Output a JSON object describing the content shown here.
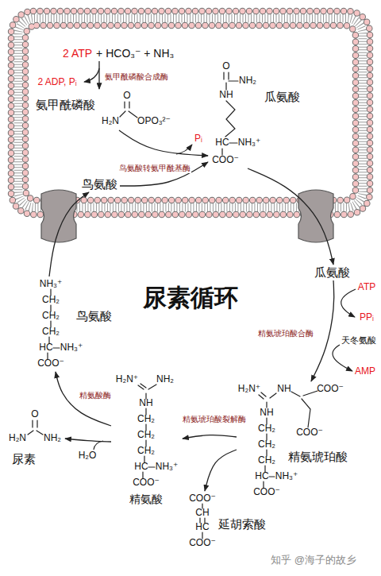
{
  "diagram": {
    "title": "尿素循环",
    "nodes": [
      {
        "text": [
          "2 ATP",
          "+ HCO₃⁻ + NH₃"
        ]
      },
      {
        "text": [
          "氨甲酰磷酸"
        ]
      },
      {
        "text": [
          "瓜氨酸"
        ]
      },
      {
        "text": [
          "鸟氨酸"
        ]
      },
      {
        "text": [
          "瓜氨酸"
        ]
      },
      {
        "text": [
          "精氨琥珀酸"
        ]
      },
      {
        "text": [
          "精氨酸"
        ]
      },
      {
        "text": [
          "延胡索酸"
        ]
      },
      {
        "text": [
          "鸟氨酸"
        ]
      },
      {
        "text": [
          "尿素"
        ]
      }
    ],
    "edges": [
      {
        "from": 0,
        "to": 1,
        "arrow": "to",
        "label": "氨甲酰磷酸合成酶"
      },
      {
        "from": 1,
        "to": 2,
        "arrow": "to",
        "label": "鸟氨酸转氨甲酰基酶"
      },
      {
        "from": 3,
        "to": 2,
        "arrow": "to"
      },
      {
        "from": 2,
        "to": 4,
        "arrow": "to"
      },
      {
        "from": 4,
        "to": 5,
        "arrow": "to",
        "label": "精氨琥珀酸合酶"
      },
      {
        "from": 5,
        "to": 6,
        "arrow": "to",
        "label": "精氨琥珀酸裂解酶"
      },
      {
        "from": 5,
        "to": 7,
        "arrow": "to"
      },
      {
        "from": 6,
        "to": 8,
        "arrow": "to",
        "label": "精氨酸酶"
      },
      {
        "from": 6,
        "to": 9,
        "arrow": "to"
      },
      {
        "from": 8,
        "to": 3,
        "arrow": "to"
      }
    ],
    "labels": [
      "2 ADP, Pᵢ",
      "Pᵢ",
      "ATP",
      "PPᵢ",
      "天冬氨酸",
      "AMP",
      "H₂O",
      "O",
      "H₂N",
      "OPO₃²⁻",
      "O",
      "NH₂",
      "NH",
      "HC",
      "NH₃⁺",
      "COO⁻",
      "H₂N⁺",
      "NH",
      "COO⁻",
      "COO⁻",
      "NH",
      "CH₂",
      "CH₂",
      "CH₂",
      "HC",
      "NH₃⁺",
      "COO⁻",
      "H₂N⁺",
      "NH₂",
      "NH",
      "CH₂",
      "CH₂",
      "CH₂",
      "HC",
      "NH₃⁺",
      "COO⁻",
      "COO⁻",
      "CH",
      "HC",
      "COO⁻",
      "NH₃⁺",
      "CH₂",
      "CH₂",
      "CH₂",
      "HC",
      "NH₃⁺",
      "COO⁻",
      "O",
      "H₂N",
      "NH₂",
      "知乎 @海子的故乡"
    ]
  }
}
